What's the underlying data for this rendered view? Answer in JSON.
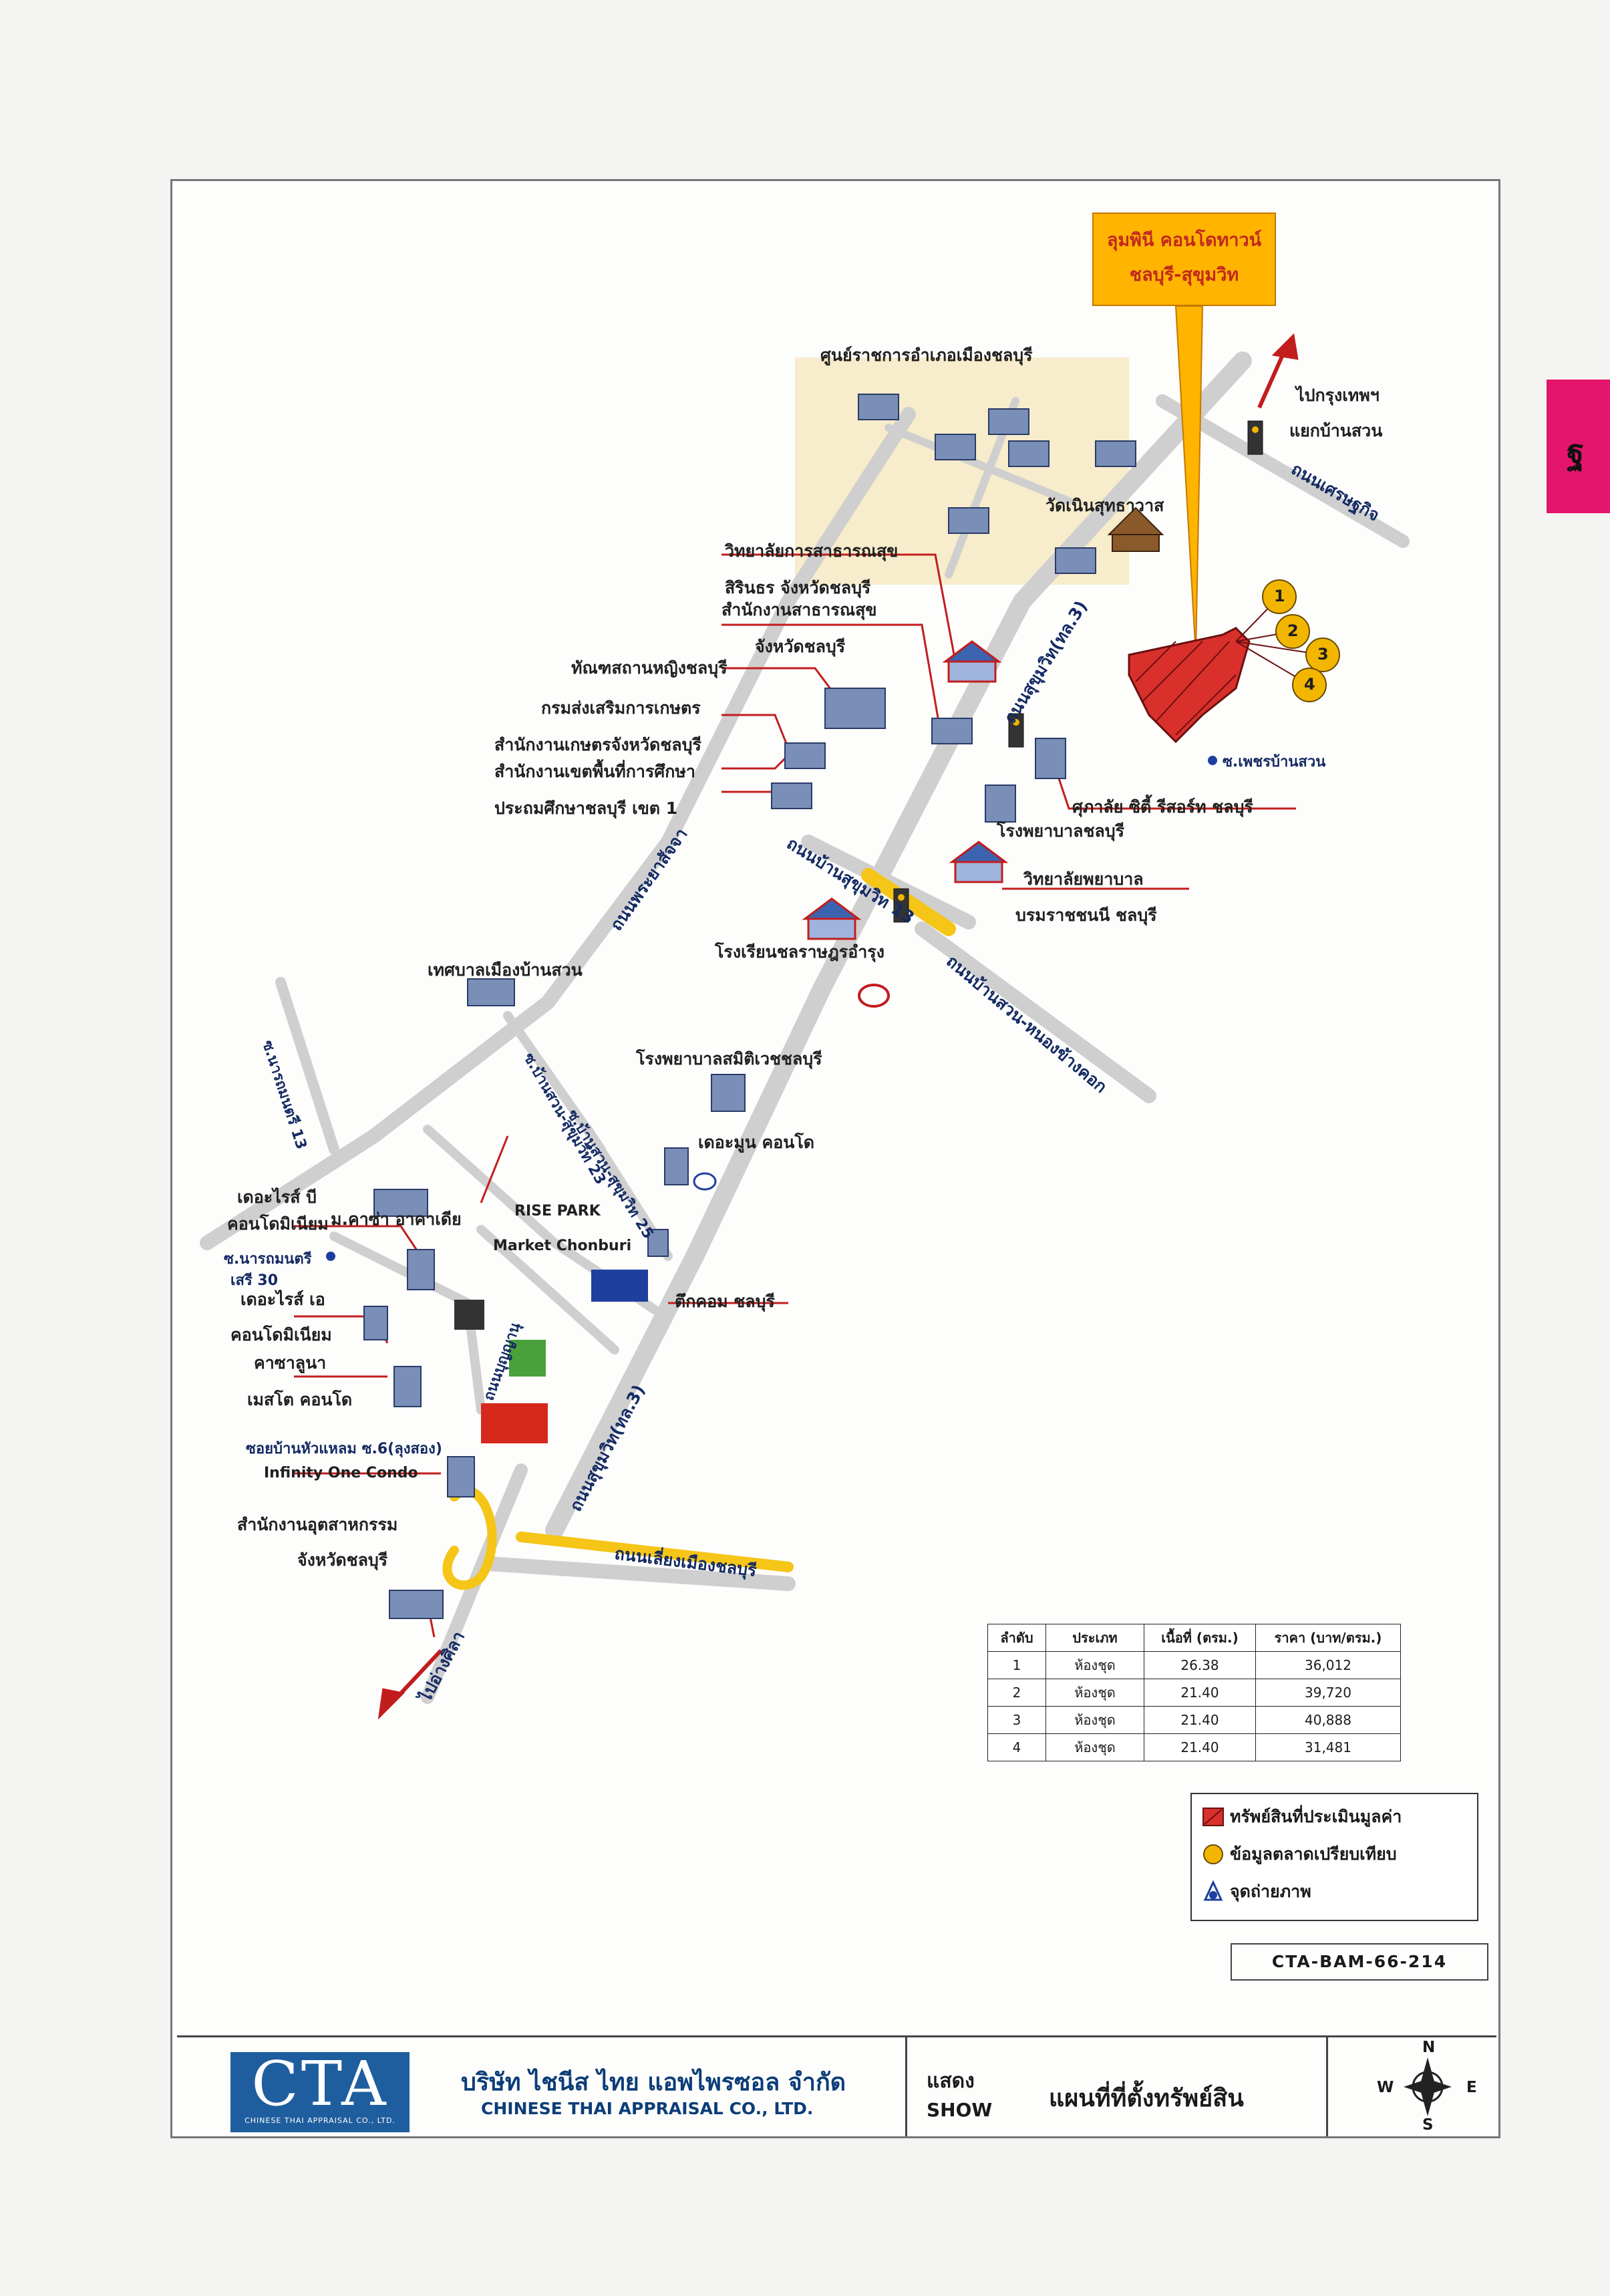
{
  "callout": {
    "line1": "ลุมพินี คอนโดทาวน์",
    "line2": "ชลบุรี-สุขุมวิท"
  },
  "labels": {
    "gov_center": "ศูนย์ราชการอำเภอเมืองชลบุรี",
    "to_bangkok_1": "ไปกรุงเทพฯ",
    "to_bangkok_2": "แยกบ้านสวน",
    "temple": "วัดเนินสุทธาวาส",
    "college_ph_1": "วิทยาลัยการสาธารณสุข",
    "college_ph_2": "สิรินธร จังหวัดชลบุรี",
    "health_office_1": "สำนักงานสาธารณสุข",
    "health_office_2": "จังหวัดชลบุรี",
    "women_prison": "ทัณฑสถานหญิงชลบุรี",
    "agri_1": "กรมส่งเสริมการเกษตร",
    "agri_2": "สำนักงานเกษตรจังหวัดชลบุรี",
    "edu_1": "สำนักงานเขตพื้นที่การศึกษา",
    "edu_2": "ประถมศึกษาชลบุรี เขต 1",
    "court": "ศุภาลัย ซิตี้ รีสอร์ท ชลบุรี",
    "hospital": "โรงพยาบาลชลบุรี",
    "nursing_1": "วิทยาลัยพยาบาล",
    "nursing_2": "บรมราชชนนี ชลบุรี",
    "school": "โรงเรียนชลราษฎรอำรุง",
    "municipality": "เทศบาลเมืองบ้านสวน",
    "samitivej": "โรงพยาบาลสมิติเวชชลบุรี",
    "the_moon": "เดอะมูน คอนโด",
    "rise_park_1": "RISE PARK",
    "rise_park_2": "Market Chonburi",
    "tukcom": "ตึกคอม ชลบุรี",
    "casa": "ม.คาซ่า อาคาเดีย",
    "rise_b_1": "เดอะไรส์ บี",
    "rise_b_2": "คอนโดมิเนียม",
    "rise_a_1": "เดอะไรส์ เอ",
    "rise_a_2": "คอนโดมิเนียม",
    "casaluna_1": "คาซาลูนา",
    "casaluna_2": "เมสโต คอนโด",
    "infinity": "Infinity One Condo",
    "industry_1": "สำนักงานอุตสาหกรรม",
    "industry_2": "จังหวัดชลบุรี",
    "to_angsila": "ไปอ่างศิลา"
  },
  "roads": {
    "sukhumvit_upper": "ถนนสุขุมวิท(ทล.3)",
    "sukhumvit_lower": "ถนนสุขุมวิท(ทล.3)",
    "setthakit": "ถนนเศรษฐกิจ",
    "phraya_satcha": "ถนนพระยาสัจจา",
    "ban_suan_sukhumvit": "ถนนบ้านสุขุมวิท 13",
    "bansuan_nongkhangkhok": "ถนนบ้านสวน-หนองข้างคอก",
    "bypass": "ถนนเลี่ยงเมืองชลบุรี",
    "angsila_rd": "ถนนบุญญานุ",
    "narongnuch": "ซ.นารถมนตรี 13",
    "soi_bs23": "ซ.บ้านสวน-สุขุมวิท 23",
    "soi_bs25": "ซ.บ้านสวน-สุขุมวิท 25",
    "soi_petchbansuan": "ซ.เพชรบ้านสวน",
    "soi_narathip": "ซ.นารถมนตรี",
    "soi_seri30": "เสรี 30",
    "soi_huaylaem": "ซอยบ้านหัวแหลม ซ.6(ลุงสอง)"
  },
  "markers": [
    "1",
    "2",
    "3",
    "4"
  ],
  "table": {
    "headers": [
      "ลำดับ",
      "ประเภท",
      "เนื้อที่ (ตรม.)",
      "ราคา (บาท/ตรม.)"
    ],
    "rows": [
      [
        "1",
        "ห้องชุด",
        "26.38",
        "36,012"
      ],
      [
        "2",
        "ห้องชุด",
        "21.40",
        "39,720"
      ],
      [
        "3",
        "ห้องชุด",
        "21.40",
        "40,888"
      ],
      [
        "4",
        "ห้องชุด",
        "21.40",
        "31,481"
      ]
    ]
  },
  "legend": {
    "subject": "ทรัพย์สินที่ประเมินมูลค่า",
    "comparable": "ข้อมูลตลาดเปรียบเทียบ",
    "photo": "จุดถ่ายภาพ"
  },
  "doc_code": "CTA-BAM-66-214",
  "titlebar": {
    "logo_text": "CTA",
    "logo_sub": "CHINESE THAI APPRAISAL CO., LTD.",
    "company_th": "บริษัท ไชนีส ไทย แอพไพรซอล จำกัด",
    "company_en": "CHINESE THAI APPRAISAL CO., LTD.",
    "show_th": "แสดง",
    "show_en": "SHOW",
    "map_title": "แผนที่ที่ตั้งทรัพย์สิน",
    "compass": {
      "n": "N",
      "s": "S",
      "e": "E",
      "w": "W"
    }
  },
  "tag_text": "ฐ",
  "colors": {
    "subject": "#d9302c",
    "comparable": "#f2b600",
    "road": "#cfcfcf",
    "highlight": "#f5c518",
    "gov_area": "#f7eccb",
    "arrow": "#c21d1d"
  }
}
